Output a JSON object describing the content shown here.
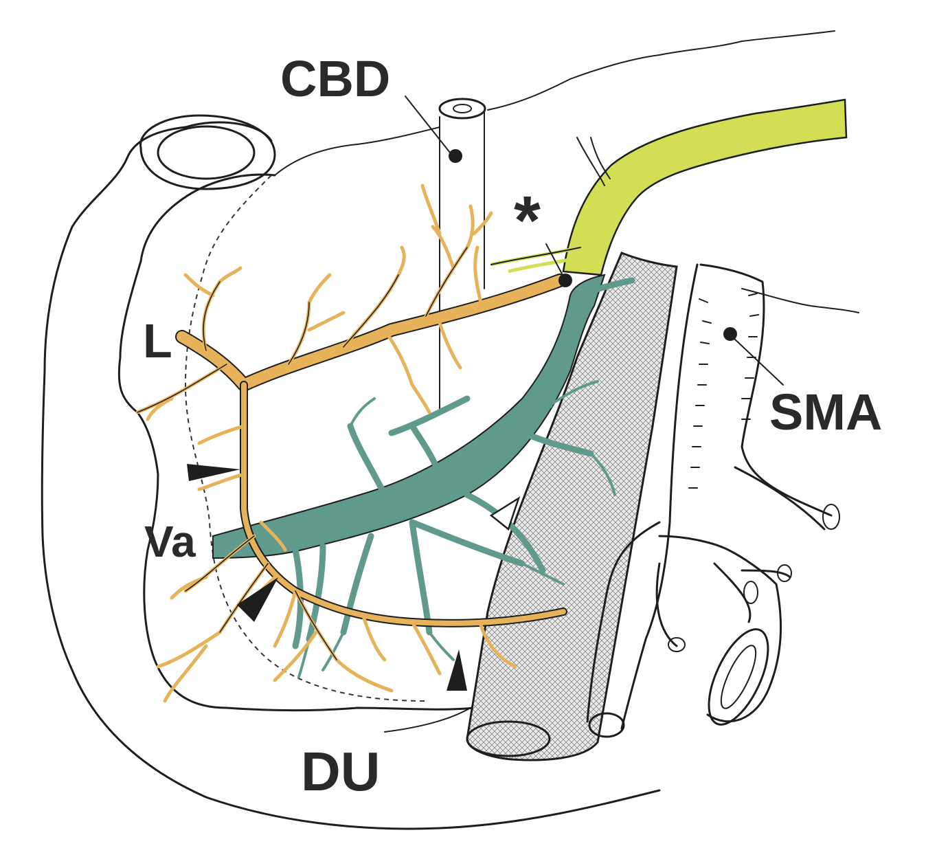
{
  "labels": {
    "cbd": "CBD",
    "sma": "SMA",
    "du": "DU",
    "l": "L",
    "va": "Va",
    "asterisk": "*"
  },
  "colors": {
    "orange_vessel": "#e6b35a",
    "teal_vessel": "#5f9a8c",
    "green_vessel": "#d2df55",
    "outline": "#1e1e1e",
    "background": "#ffffff"
  }
}
